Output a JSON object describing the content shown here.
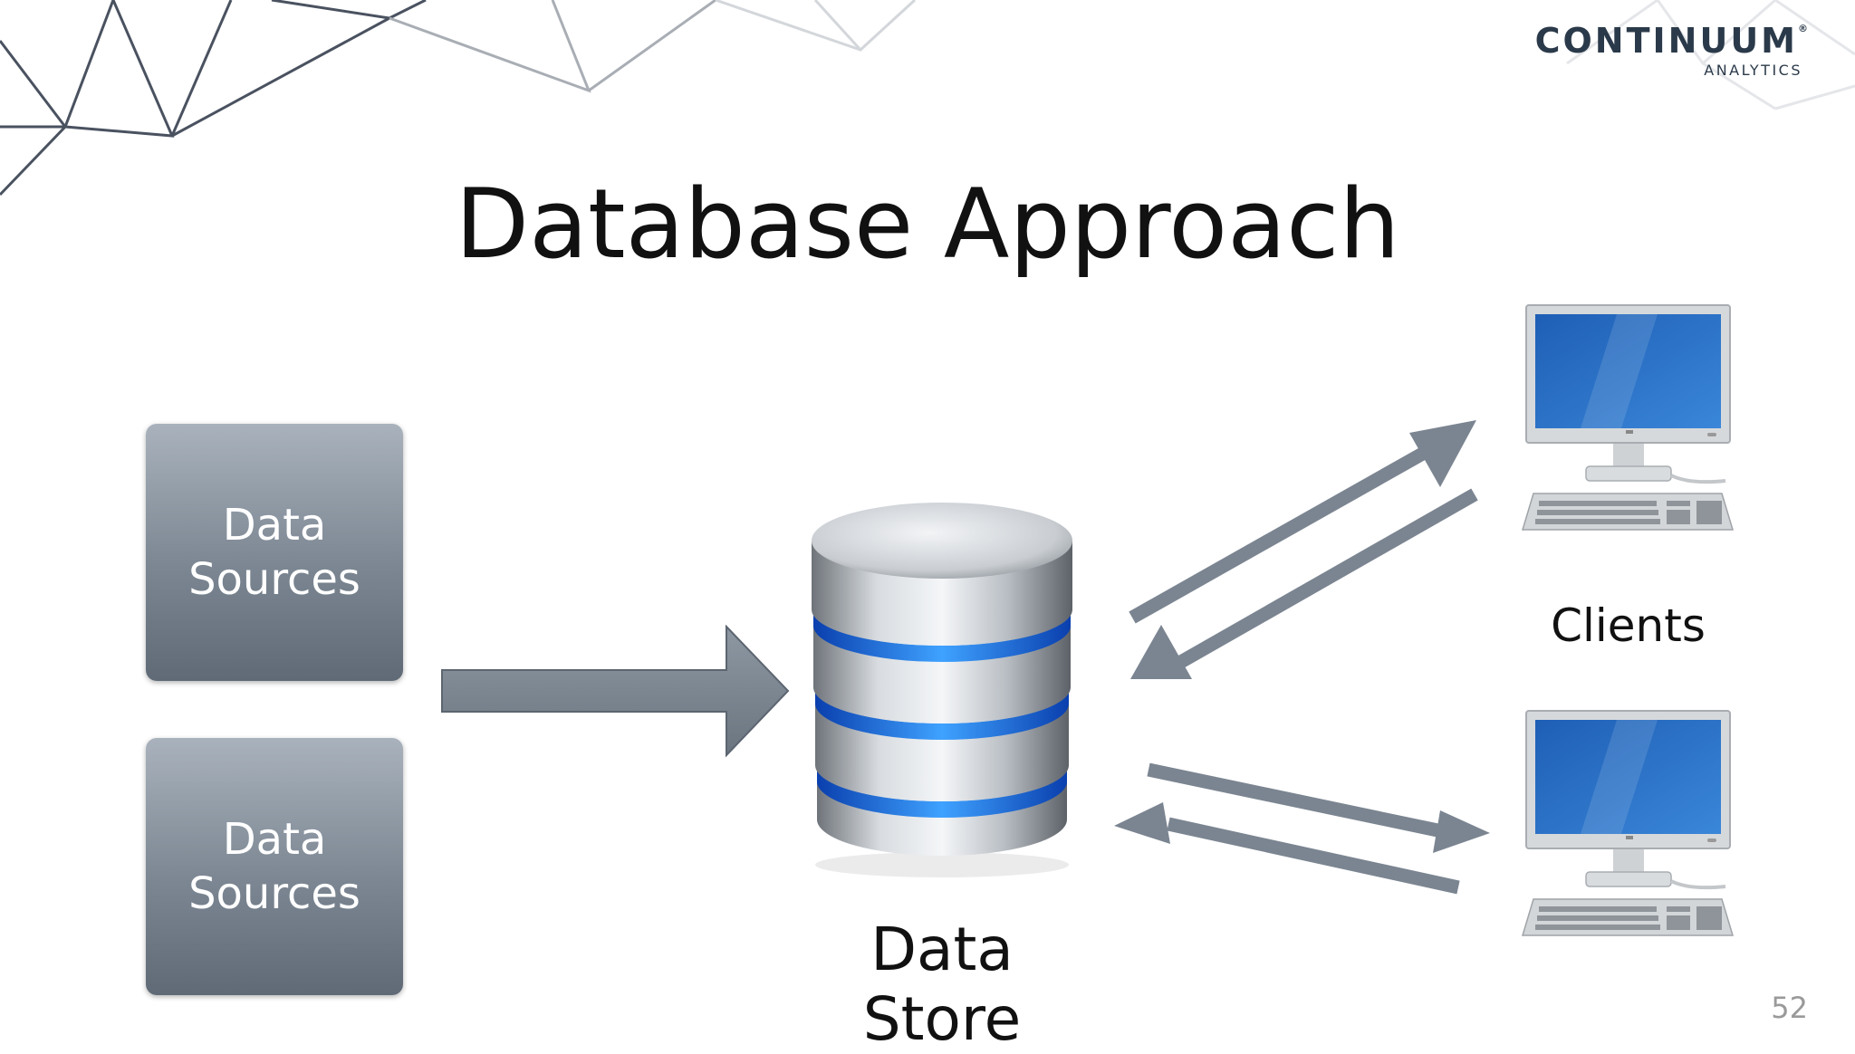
{
  "slide": {
    "title": "Database Approach",
    "page_number": "52"
  },
  "logo": {
    "name": "CONTINUUM",
    "registered": "®",
    "subtitle": "ANALYTICS"
  },
  "sources": [
    {
      "label": "Data Sources"
    },
    {
      "label": "Data Sources"
    }
  ],
  "data_store": {
    "label": "Data Store"
  },
  "clients": {
    "label": "Clients"
  },
  "colors": {
    "arrow": "#7b8591",
    "box_top": "#a9b2bc",
    "box_bottom": "#5f6a76",
    "db_ring": "#1f7bff",
    "screen": "#2f6fc0",
    "logo_text": "#2b3a4a"
  }
}
